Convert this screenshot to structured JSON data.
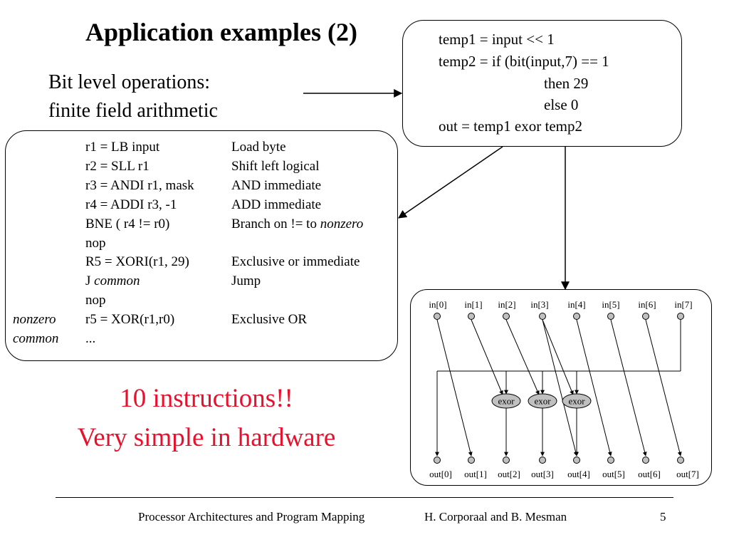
{
  "title": "Application examples (2)",
  "subtitle": [
    "Bit level operations:",
    "finite field arithmetic"
  ],
  "pseudocode": [
    "temp1 = input << 1",
    "temp2 = if (bit(input,7) == 1",
    "then 29",
    "else 0",
    "out = temp1 exor temp2"
  ],
  "asm": [
    {
      "label": "",
      "instr": "r1 = LB input",
      "instr_italic": "",
      "desc": "Load byte",
      "desc_italic": ""
    },
    {
      "label": "",
      "instr": "r2 = SLL  r1",
      "instr_italic": "",
      "desc": "Shift left logical",
      "desc_italic": ""
    },
    {
      "label": "",
      "instr": "r3 = ANDI  r1, mask",
      "instr_italic": "",
      "desc": "AND immediate",
      "desc_italic": ""
    },
    {
      "label": "",
      "instr": "r4 = ADDI  r3, -1",
      "instr_italic": "",
      "desc": "ADD immediate",
      "desc_italic": ""
    },
    {
      "label": "",
      "instr": "BNE ( r4 != r0)",
      "instr_italic": "",
      "desc": "Branch on  != to ",
      "desc_italic": "nonzero"
    },
    {
      "label": "",
      "instr": "nop",
      "instr_italic": "",
      "desc": "",
      "desc_italic": ""
    },
    {
      "label": "",
      "instr": "R5 = XORI(r1, 29)",
      "instr_italic": "",
      "desc": "Exclusive or immediate",
      "desc_italic": ""
    },
    {
      "label": "",
      "instr": "J ",
      "instr_italic": "common",
      "desc": "Jump",
      "desc_italic": ""
    },
    {
      "label": "",
      "instr": "nop",
      "instr_italic": "",
      "desc": "",
      "desc_italic": ""
    },
    {
      "label": "nonzero",
      "instr": "r5 = XOR(r1,r0)",
      "instr_italic": "",
      "desc": "Exclusive OR",
      "desc_italic": ""
    },
    {
      "label": "common",
      "instr": "...",
      "instr_italic": "",
      "desc": "",
      "desc_italic": ""
    }
  ],
  "highlight": [
    "10 instructions!!",
    "Very simple in hardware"
  ],
  "hardware": {
    "inputs": [
      "in[0]",
      "in[1]",
      "in[2]",
      "in[3]",
      "in[4]",
      "in[5]",
      "in[6]",
      "in[7]"
    ],
    "outputs": [
      "out[0]",
      "out[1]",
      "out[2]",
      "out[3]",
      "out[4]",
      "out[5]",
      "out[6]",
      "out[7]"
    ],
    "gate_label": "exor",
    "gate_count": 3
  },
  "colors": {
    "highlight": "#e8102c",
    "node_fill": "#c0c0c0",
    "gate_fill": "#c0c0c0"
  },
  "footer": {
    "course": "Processor Architectures and Program Mapping",
    "authors": "H. Corporaal and B. Mesman",
    "page": "5"
  }
}
